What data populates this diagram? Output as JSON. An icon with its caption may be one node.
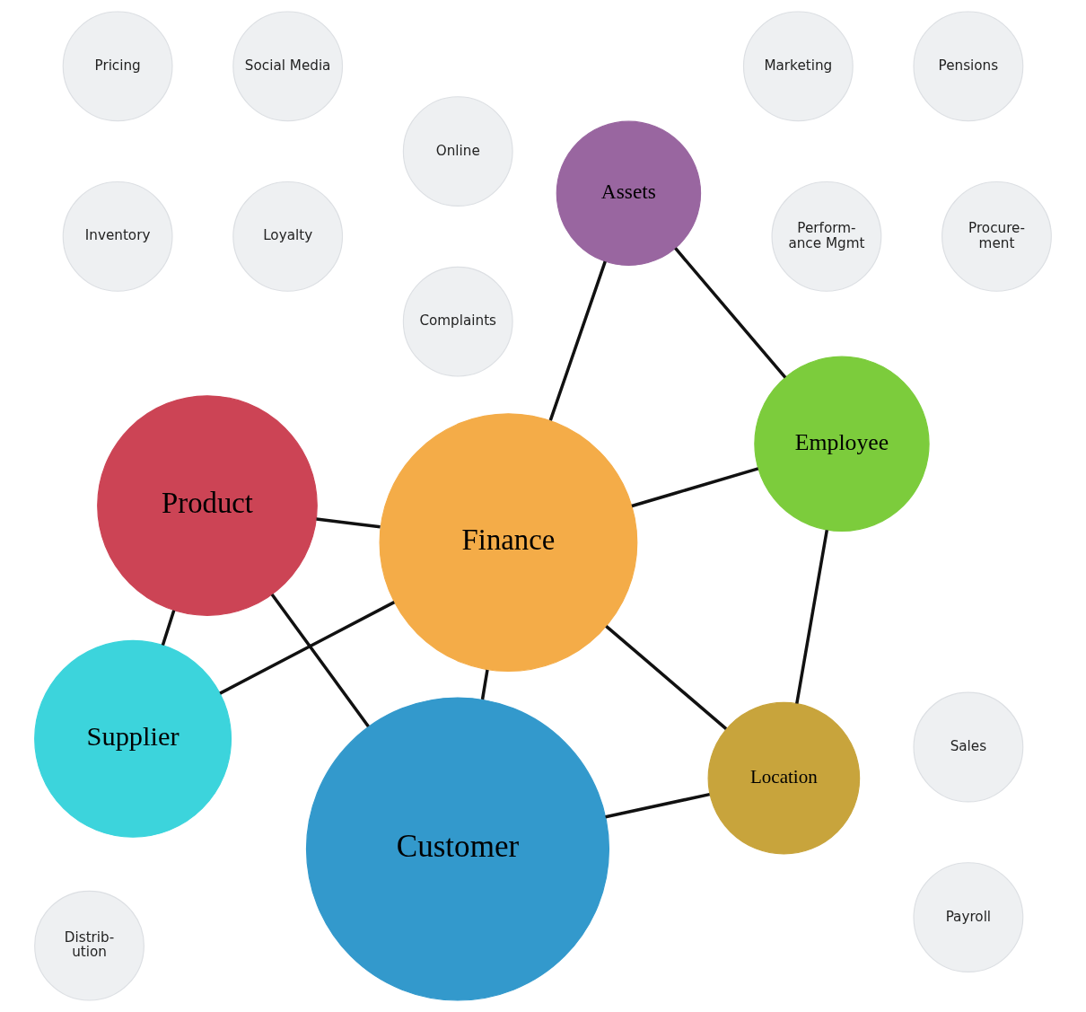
{
  "diagram": {
    "nodes": [
      {
        "text": [
          "Complaints"
        ]
      },
      {
        "text": [
          "Loyalty"
        ]
      },
      {
        "text": [
          "Perform- ance Mgmt"
        ]
      },
      {
        "text": [
          "Online"
        ]
      },
      {
        "text": [
          "Payroll"
        ]
      },
      {
        "text": [
          "Location"
        ]
      },
      {
        "text": [
          "Sales"
        ]
      },
      {
        "text": [
          "Employee"
        ]
      },
      {
        "text": [
          "Pensions"
        ]
      },
      {
        "text": [
          "Customer"
        ]
      },
      {
        "text": [
          "Marketing"
        ]
      },
      {
        "text": [
          "Assets"
        ]
      },
      {
        "text": [
          "Finance"
        ]
      },
      {
        "text": [
          "Social Media"
        ]
      },
      {
        "text": [
          "Pricing"
        ]
      },
      {
        "text": [
          "Product"
        ]
      },
      {
        "text": [
          "Supplier"
        ]
      },
      {
        "text": [
          "Inventory"
        ]
      },
      {
        "text": [
          "Procure- ment"
        ]
      },
      {
        "text": [
          "Distrib- ution"
        ]
      }
    ],
    "edges": [
      {
        "from": 9,
        "to": 5,
        "arrow": "none"
      },
      {
        "from": 5,
        "to": 7,
        "arrow": "none"
      },
      {
        "from": 5,
        "to": 12,
        "arrow": "none"
      },
      {
        "from": 9,
        "to": 12,
        "arrow": "none"
      },
      {
        "from": 7,
        "to": 12,
        "arrow": "none"
      },
      {
        "from": 7,
        "to": 11,
        "arrow": "none"
      },
      {
        "from": 12,
        "to": 11,
        "arrow": "none"
      },
      {
        "from": 9,
        "to": 15,
        "arrow": "none"
      },
      {
        "from": 15,
        "to": 12,
        "arrow": "none"
      },
      {
        "from": 12,
        "to": 16,
        "arrow": "none"
      },
      {
        "from": 15,
        "to": 16,
        "arrow": "none"
      }
    ]
  }
}
